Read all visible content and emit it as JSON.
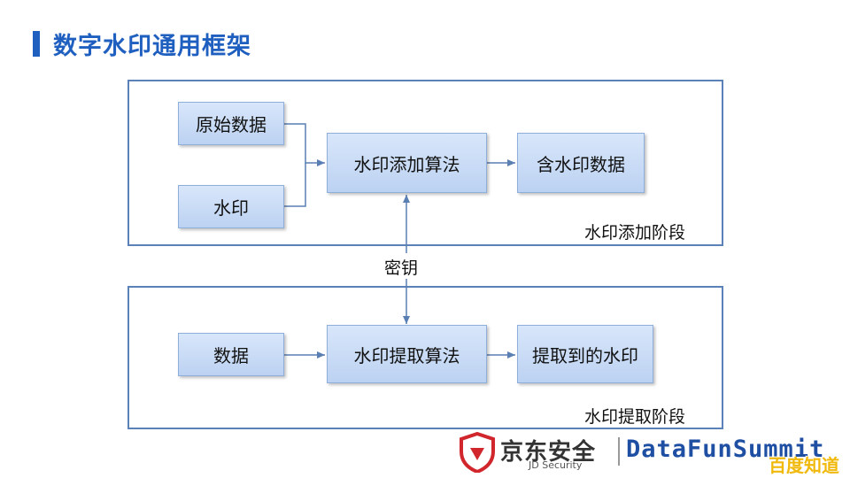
{
  "title": "数字水印通用框架",
  "stage1": {
    "label": "水印添加阶段",
    "boxes": {
      "original_data": "原始数据",
      "watermark": "水印",
      "embed_algorithm": "水印添加算法",
      "watermarked_data": "含水印数据"
    }
  },
  "key_label": "密钥",
  "stage2": {
    "label": "水印提取阶段",
    "boxes": {
      "data": "数据",
      "extract_algorithm": "水印提取算法",
      "extracted_watermark": "提取到的水印"
    }
  },
  "footer": {
    "jd_logo_text": "京东安全",
    "jd_logo_sub": "JD Security",
    "datafun_text": "DataFunSummit",
    "watermark": "百度知道"
  },
  "colors": {
    "accent": "#1f5fbf",
    "box_fill": "#c9dbf5",
    "box_border": "#8eaedb",
    "frame": "#5a82b8",
    "arrow": "#5a7fb3",
    "jd_red": "#d0262c"
  }
}
